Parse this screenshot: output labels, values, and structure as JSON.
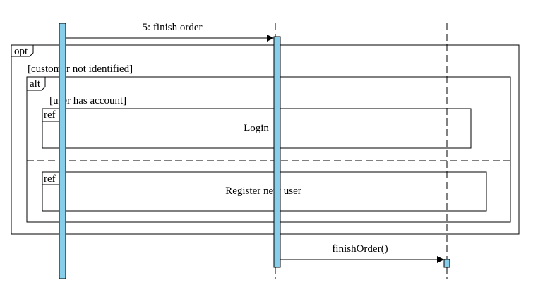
{
  "colors": {
    "activation_fill": "#87CEEB",
    "line": "#000000",
    "background": "#ffffff"
  },
  "messages": {
    "finish_order": "5: finish order",
    "finish_order_call": "finishOrder()"
  },
  "fragments": {
    "opt": {
      "operator": "opt",
      "guard": "[customer not identified]"
    },
    "alt": {
      "operator": "alt",
      "guard_1": "[user has account]"
    },
    "ref_login": {
      "operator": "ref",
      "label": "Login"
    },
    "ref_register": {
      "operator": "ref",
      "label": "Register new user"
    }
  }
}
